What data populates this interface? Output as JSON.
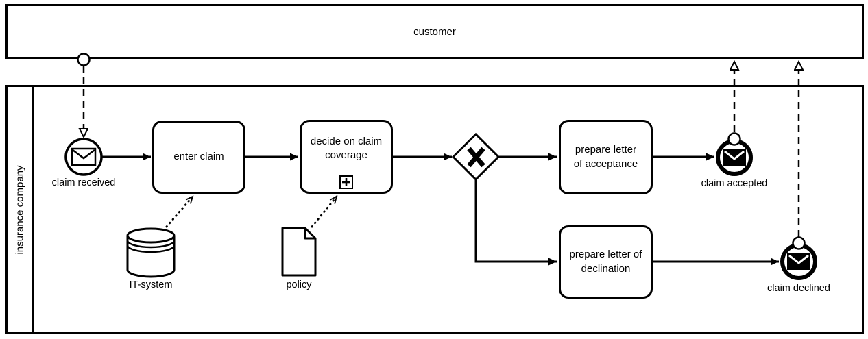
{
  "diagram_type": "BPMN collaboration diagram (insurance claim handling)",
  "colors": {
    "stroke": "#000000",
    "fill": "#ffffff"
  },
  "pools": {
    "customer": {
      "label": "customer"
    },
    "insurance": {
      "label": "insurance company"
    }
  },
  "events": {
    "start_claim_received": {
      "label": "claim received",
      "kind": "message start event",
      "icon": "envelope-outline"
    },
    "end_claim_accepted": {
      "label": "claim accepted",
      "kind": "message end event",
      "icon": "envelope-filled"
    },
    "end_claim_declined": {
      "label": "claim declined",
      "kind": "message end event",
      "icon": "envelope-filled"
    }
  },
  "tasks": {
    "enter_claim": {
      "label": "enter claim",
      "lines": [
        "enter claim"
      ]
    },
    "decide_coverage": {
      "label": "decide on claim coverage",
      "lines": [
        "decide on claim",
        "coverage"
      ],
      "marker": "subprocess-plus"
    },
    "prepare_acceptance": {
      "label": "prepare letter of acceptance",
      "lines": [
        "prepare letter",
        "of acceptance"
      ]
    },
    "prepare_declination": {
      "label": "prepare letter of declination",
      "lines": [
        "prepare letter of",
        "declination"
      ]
    }
  },
  "gateway": {
    "kind": "exclusive (XOR) gateway",
    "symbol": "X"
  },
  "data_elements": {
    "it_system": {
      "label": "IT-system",
      "kind": "data store"
    },
    "policy": {
      "label": "policy",
      "kind": "data object"
    }
  },
  "flows": {
    "sequence": [
      "claim received -> enter claim",
      "enter claim -> decide on claim coverage",
      "decide on claim coverage -> XOR gateway",
      "XOR gateway -> prepare letter of acceptance",
      "XOR gateway -> prepare letter of declination",
      "prepare letter of acceptance -> claim accepted",
      "prepare letter of declination -> claim declined"
    ],
    "message": [
      "customer -> claim received",
      "claim accepted -> customer",
      "claim declined -> customer"
    ],
    "data_association": [
      "IT-system -> enter claim",
      "policy -> decide on claim coverage"
    ]
  }
}
